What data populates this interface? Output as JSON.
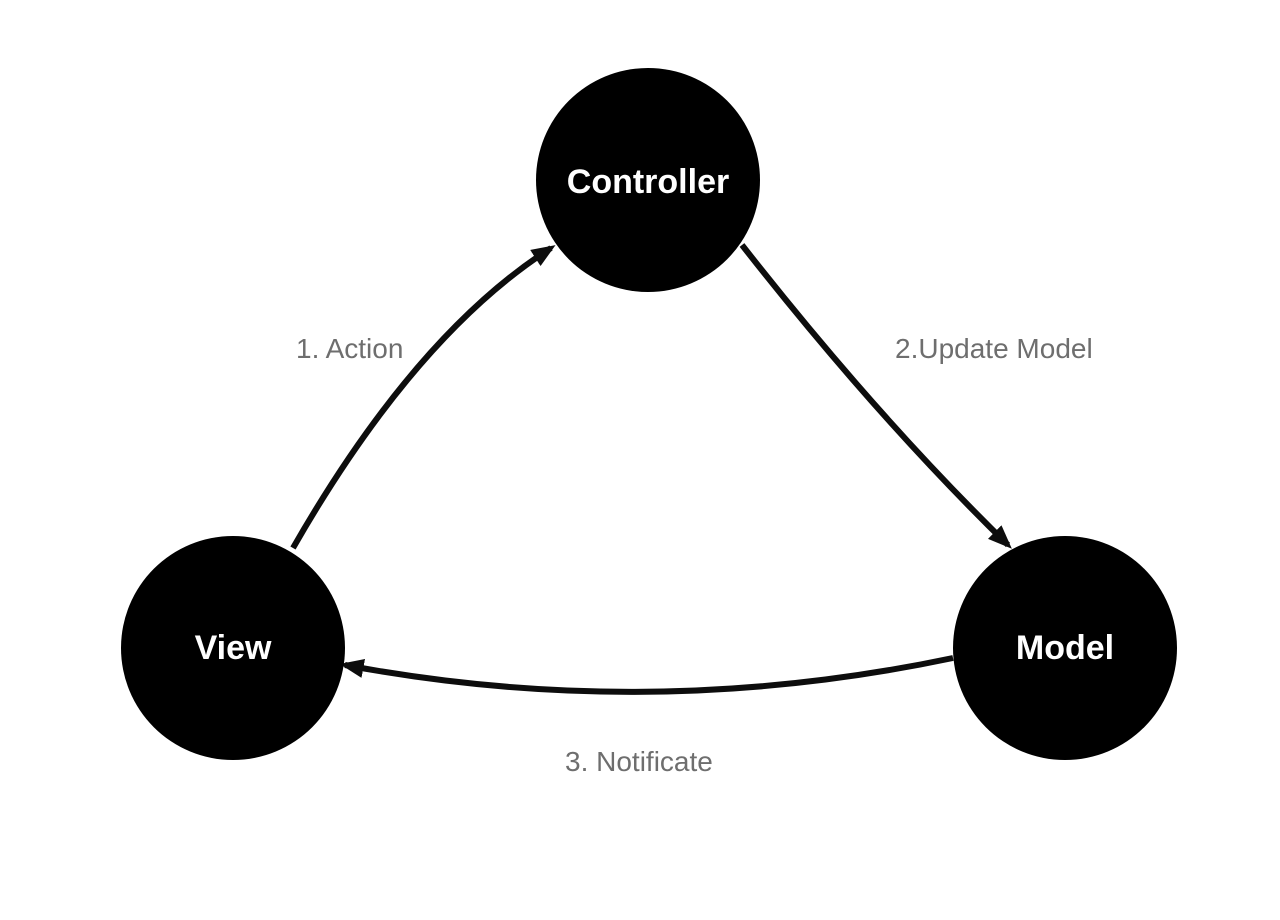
{
  "diagram": {
    "nodes": [
      {
        "id": "controller",
        "label": "Controller"
      },
      {
        "id": "view",
        "label": "View"
      },
      {
        "id": "model",
        "label": "Model"
      }
    ],
    "edges": [
      {
        "label": "1. Action",
        "from": "view",
        "to": "controller"
      },
      {
        "label": "2.Update Model",
        "from": "controller",
        "to": "model"
      },
      {
        "label": "3. Notificate",
        "from": "model",
        "to": "view"
      }
    ],
    "colors": {
      "background": "#ffffff",
      "node_fill": "#000000",
      "node_text": "#ffffff",
      "edge_stroke": "#0d0d0d",
      "edge_label_text": "#6e6e6e"
    }
  }
}
